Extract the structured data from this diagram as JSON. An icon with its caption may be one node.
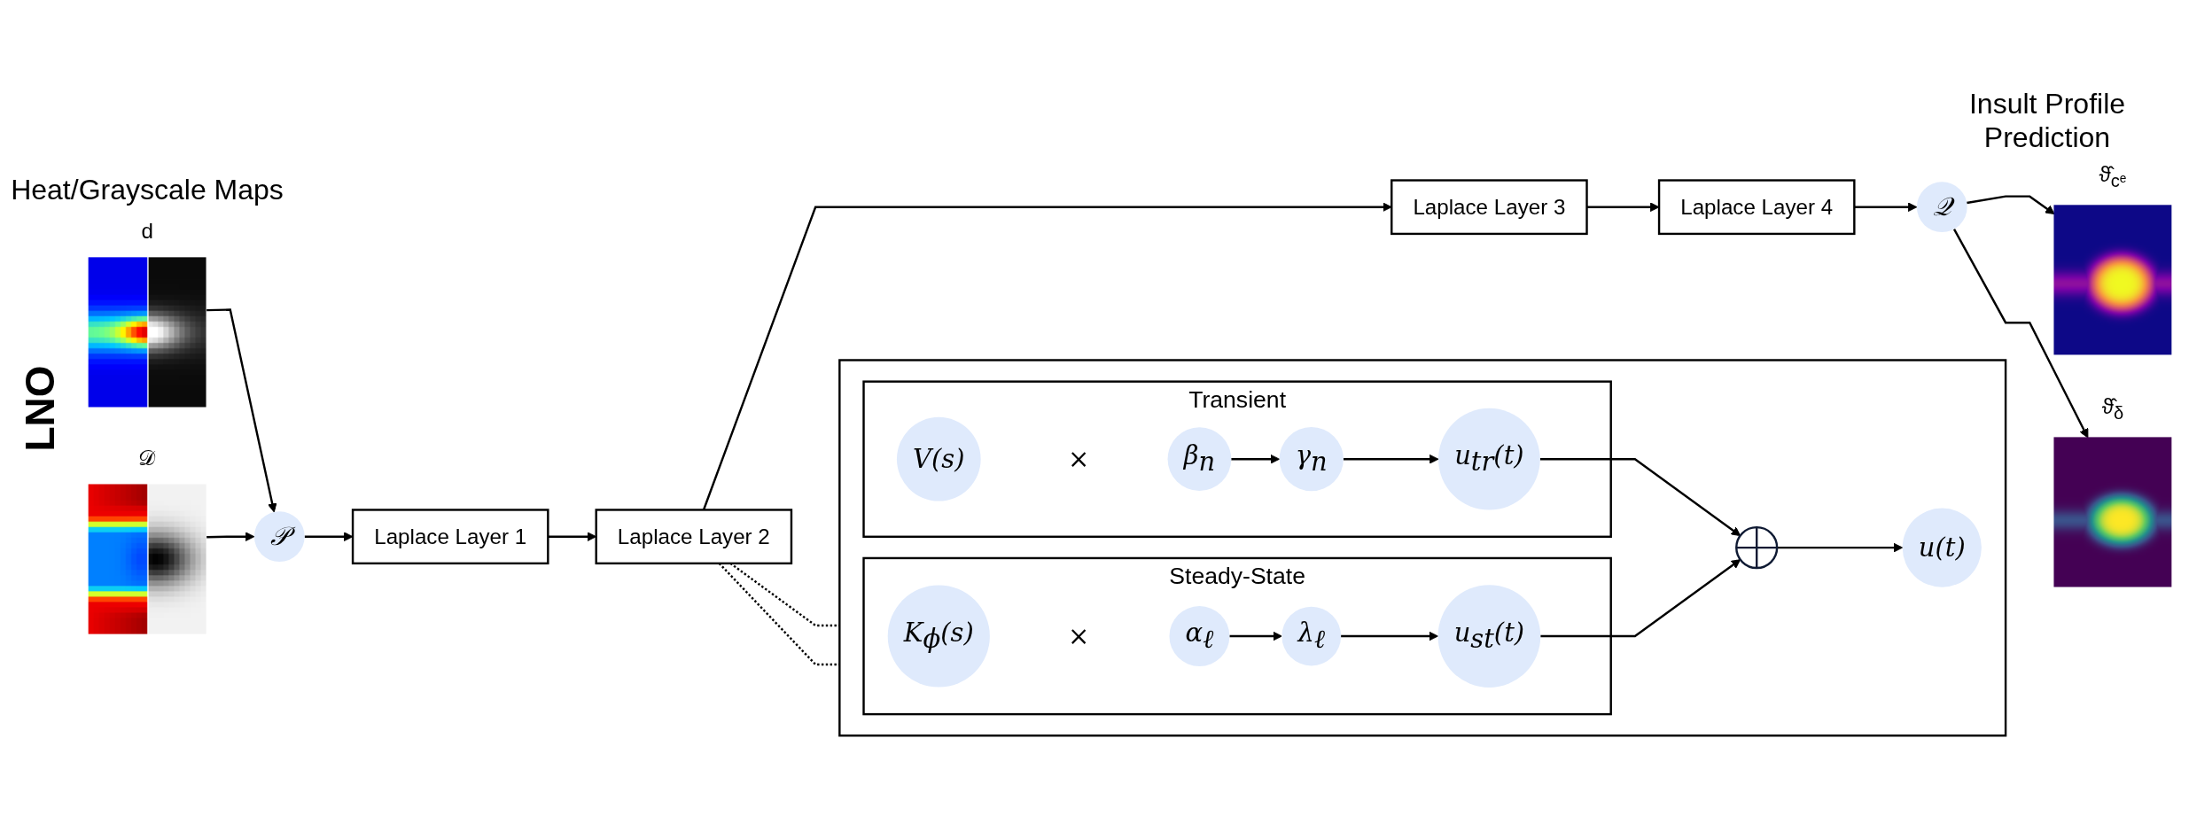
{
  "diagram": {
    "title": "LNO",
    "nodes": [
      {
        "text": [
          "d"
        ]
      },
      {
        "text": [
          "𝒟"
        ]
      },
      {
        "text": [
          "𝒫"
        ]
      },
      {
        "text": [
          "Laplace Layer 1"
        ]
      },
      {
        "text": [
          "Laplace Layer 2"
        ]
      },
      {
        "text": [
          "Laplace Layer 3"
        ]
      },
      {
        "text": [
          "Laplace Layer 4"
        ]
      },
      {
        "text": [
          "𝒬"
        ]
      },
      {
        "text": [
          "ϑ̂$_{cᵉ}$"
        ]
      },
      {
        "text": [
          "ϑ̂$_{δ}$"
        ]
      },
      {
        "text": [],
        "shape": "box"
      },
      {
        "text": [
          "Transient"
        ],
        "in": 10
      },
      {
        "text": [
          "V(s)"
        ],
        "in": 11
      },
      {
        "text": [
          "×"
        ],
        "in": 11
      },
      {
        "text": [
          "β$_{n}$"
        ],
        "in": 11
      },
      {
        "text": [
          "γ$_{n}$"
        ],
        "in": 11
      },
      {
        "text": [
          "u$_{tr}$(t)"
        ],
        "in": 11
      },
      {
        "text": [
          "Steady-State"
        ],
        "in": 10
      },
      {
        "text": [
          "K$_{ϕ}$(s)"
        ],
        "in": 17
      },
      {
        "text": [
          "×"
        ],
        "in": 17
      },
      {
        "text": [
          "α$_{ℓ}$"
        ],
        "in": 17
      },
      {
        "text": [
          "λ$_{ℓ}$"
        ],
        "in": 17
      },
      {
        "text": [
          "u$_{st}$(t)"
        ],
        "in": 17
      },
      {
        "text": [],
        "shape": "circle",
        "in": 10
      },
      {
        "text": [
          "u(t)"
        ],
        "in": 10
      }
    ],
    "edges": [
      {
        "from": 0,
        "to": 2,
        "arrow": "to"
      },
      {
        "from": 1,
        "to": 2,
        "arrow": "to"
      },
      {
        "from": 2,
        "to": 3,
        "arrow": "to"
      },
      {
        "from": 3,
        "to": 4,
        "arrow": "to"
      },
      {
        "from": 4,
        "to": 5,
        "arrow": "to"
      },
      {
        "from": 5,
        "to": 6,
        "arrow": "to"
      },
      {
        "from": 6,
        "to": 7,
        "arrow": "to"
      },
      {
        "from": 7,
        "to": 8,
        "arrow": "to"
      },
      {
        "from": 7,
        "to": 9,
        "arrow": "to"
      },
      {
        "from": 4,
        "to": 10,
        "arrow": "none",
        "style": "dashed"
      },
      {
        "from": 4,
        "to": 10,
        "arrow": "none",
        "style": "dashed"
      },
      {
        "from": 14,
        "to": 15,
        "arrow": "to"
      },
      {
        "from": 15,
        "to": 16,
        "arrow": "to"
      },
      {
        "from": 16,
        "to": 23,
        "arrow": "to"
      },
      {
        "from": 20,
        "to": 21,
        "arrow": "to"
      },
      {
        "from": 21,
        "to": 22,
        "arrow": "to"
      },
      {
        "from": 22,
        "to": 23,
        "arrow": "to"
      },
      {
        "from": 23,
        "to": 24,
        "arrow": "to"
      }
    ],
    "labels": [
      "Heat/Grayscale Maps",
      "Insult Profile Prediction"
    ]
  }
}
